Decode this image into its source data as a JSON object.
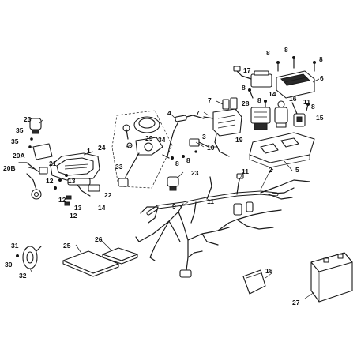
{
  "callouts": {
    "c1": "1",
    "c2": "2",
    "c3": "3",
    "c4": "4",
    "c5": "5",
    "c6": "6",
    "c7a": "7",
    "c7b": "7",
    "c8a": "8",
    "c8b": "8",
    "c8c": "8",
    "c8d": "8",
    "c8e": "8",
    "c8f": "8",
    "c8g": "8",
    "c8h": "8",
    "c9": "9",
    "c10": "10",
    "c11a": "11",
    "c11b": "11",
    "c11c": "11",
    "c12a": "12",
    "c12b": "12",
    "c12c": "12",
    "c13a": "13",
    "c13b": "13",
    "c14a": "14",
    "c14b": "14",
    "c15": "15",
    "c16": "16",
    "c17": "17",
    "c18": "18",
    "c19": "19",
    "c20a": "20A",
    "c20b": "20B",
    "c21": "21",
    "c22": "22",
    "c23a": "23",
    "c23b": "23",
    "c24": "24",
    "c25": "25",
    "c26": "26",
    "c27": "27",
    "c28": "28",
    "c29": "29",
    "c30": "30",
    "c31": "31",
    "c32": "32",
    "c33": "33",
    "c34": "34",
    "c35a": "35",
    "c35b": "35"
  }
}
